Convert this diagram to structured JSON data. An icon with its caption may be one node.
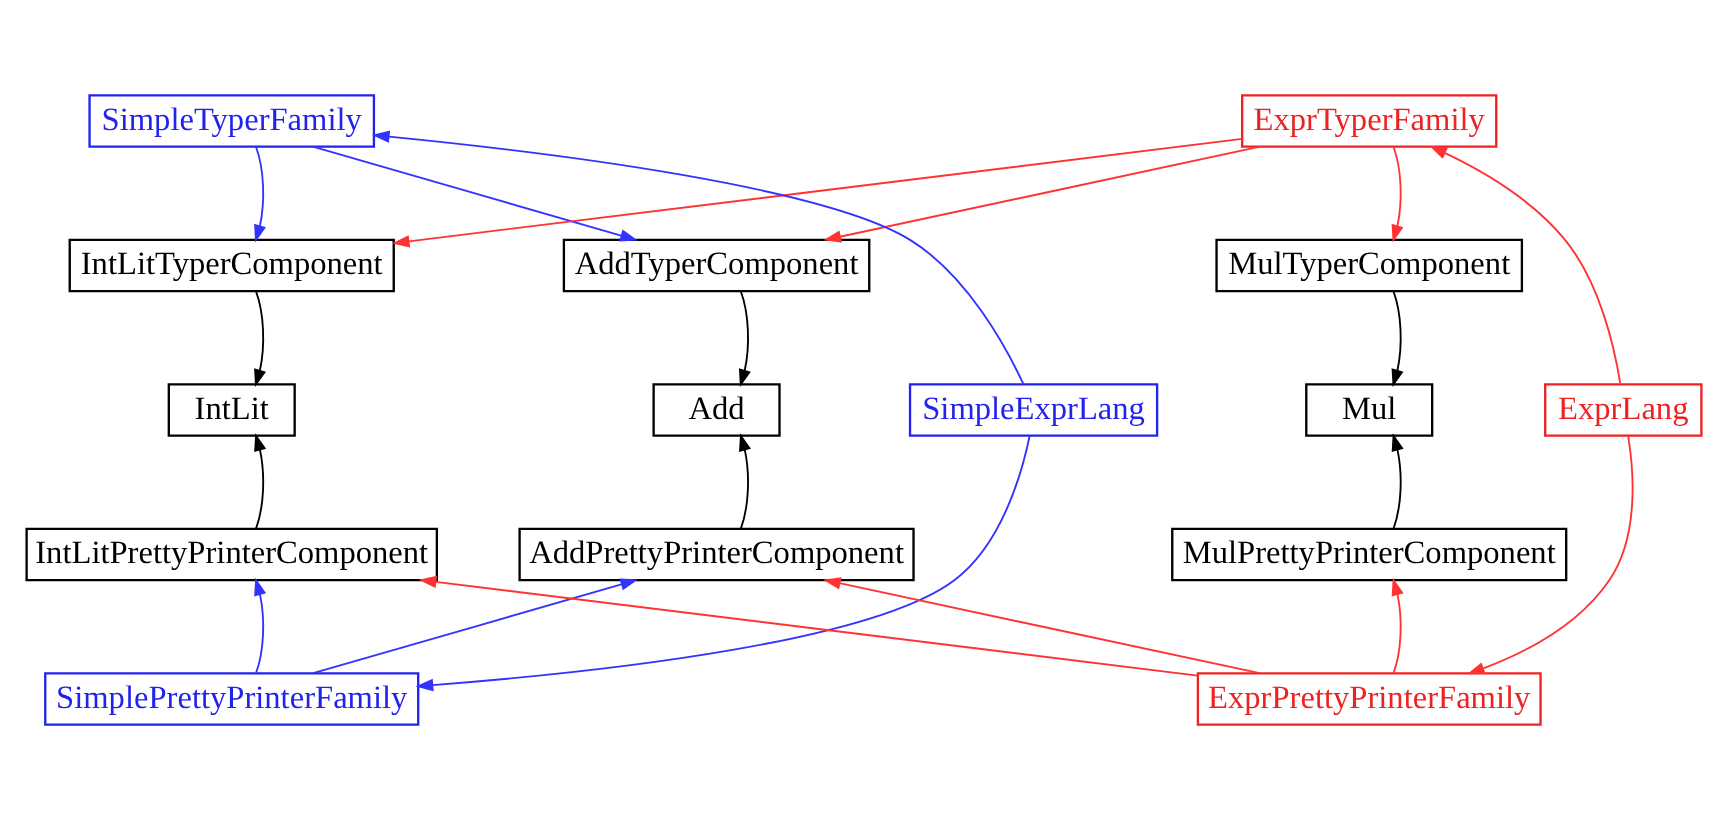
{
  "diagram": {
    "nodes": [
      {
        "text": [
          "SimpleTyperFamily"
        ]
      },
      {
        "text": [
          "ExprTyperFamily"
        ]
      },
      {
        "text": [
          "SimpleExprLang"
        ]
      },
      {
        "text": [
          "IntLitTyperComponent"
        ]
      },
      {
        "text": [
          "AddTyperComponent"
        ]
      },
      {
        "text": [
          "MulTyperComponent"
        ]
      },
      {
        "text": [
          "ExprLang"
        ]
      },
      {
        "text": [
          "IntLit"
        ]
      },
      {
        "text": [
          "Add"
        ]
      },
      {
        "text": [
          "Mul"
        ]
      },
      {
        "text": [
          "IntLitPrettyPrinterComponent"
        ]
      },
      {
        "text": [
          "AddPrettyPrinterComponent"
        ]
      },
      {
        "text": [
          "MulPrettyPrinterComponent"
        ]
      },
      {
        "text": [
          "SimplePrettyPrinterFamily"
        ]
      },
      {
        "text": [
          "ExprPrettyPrinterFamily"
        ]
      }
    ],
    "edges": [
      {
        "from": 0,
        "to": 3,
        "arrow": "to",
        "color": "#3333ff"
      },
      {
        "from": 0,
        "to": 4,
        "arrow": "to",
        "color": "#3333ff"
      },
      {
        "from": 1,
        "to": 3,
        "arrow": "to",
        "color": "#ff3333"
      },
      {
        "from": 1,
        "to": 4,
        "arrow": "to",
        "color": "#ff3333"
      },
      {
        "from": 1,
        "to": 5,
        "arrow": "to",
        "color": "#ff3333"
      },
      {
        "from": 3,
        "to": 7,
        "arrow": "to",
        "color": "#000000"
      },
      {
        "from": 4,
        "to": 8,
        "arrow": "to",
        "color": "#000000"
      },
      {
        "from": 5,
        "to": 9,
        "arrow": "to",
        "color": "#000000"
      },
      {
        "from": 10,
        "to": 7,
        "arrow": "to",
        "color": "#000000"
      },
      {
        "from": 11,
        "to": 8,
        "arrow": "to",
        "color": "#000000"
      },
      {
        "from": 12,
        "to": 9,
        "arrow": "to",
        "color": "#000000"
      },
      {
        "from": 13,
        "to": 10,
        "arrow": "to",
        "color": "#3333ff"
      },
      {
        "from": 13,
        "to": 11,
        "arrow": "to",
        "color": "#3333ff"
      },
      {
        "from": 14,
        "to": 10,
        "arrow": "to",
        "color": "#ff3333"
      },
      {
        "from": 14,
        "to": 11,
        "arrow": "to",
        "color": "#ff3333"
      },
      {
        "from": 14,
        "to": 12,
        "arrow": "to",
        "color": "#ff3333"
      },
      {
        "from": 2,
        "to": 0,
        "arrow": "to",
        "color": "#3333ff"
      },
      {
        "from": 2,
        "to": 13,
        "arrow": "to",
        "color": "#3333ff"
      },
      {
        "from": 6,
        "to": 1,
        "arrow": "to",
        "color": "#ff3333"
      },
      {
        "from": 6,
        "to": 14,
        "arrow": "to",
        "color": "#ff3333"
      }
    ]
  }
}
